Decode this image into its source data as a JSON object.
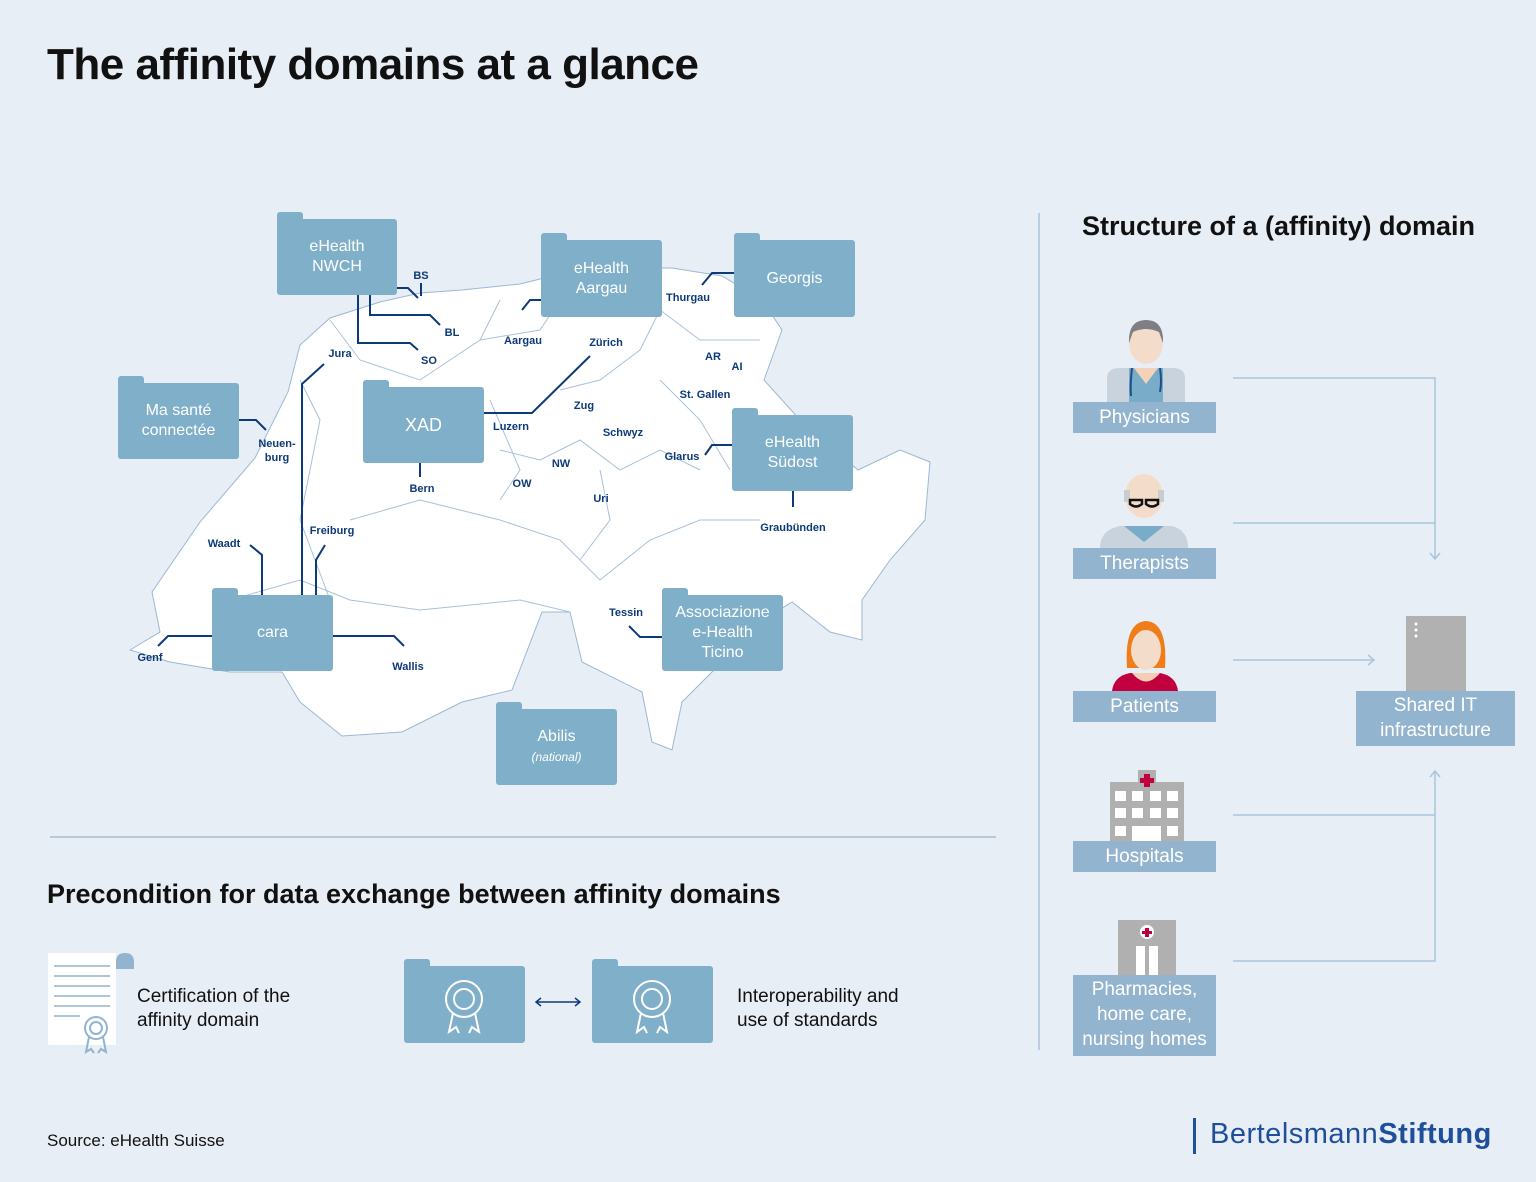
{
  "title": "The affinity domains at a glance",
  "map": {
    "folders": {
      "nwch": [
        "eHealth",
        "NWCH"
      ],
      "aargau": [
        "eHealth",
        "Aargau"
      ],
      "georgis": "Georgis",
      "masante": [
        "Ma santé",
        "connectée"
      ],
      "xad": "XAD",
      "sudost": [
        "eHealth",
        "Südost"
      ],
      "cara": "cara",
      "ticino": [
        "Associazione",
        "e-Health",
        "Ticino"
      ],
      "abilis": "Abilis",
      "abilis_sub": "(national)"
    },
    "cantons": {
      "bs": "BS",
      "bl": "BL",
      "so": "SO",
      "aargau": "Aargau",
      "zurich": "Zürich",
      "thurgau": "Thurgau",
      "ar": "AR",
      "ai": "AI",
      "stgallen": "St. Gallen",
      "jura": "Jura",
      "neuenburg1": "Neuen-",
      "neuenburg2": "burg",
      "luzern": "Luzern",
      "zug": "Zug",
      "schwyz": "Schwyz",
      "glarus": "Glarus",
      "nw": "NW",
      "ow": "OW",
      "bern": "Bern",
      "uri": "Uri",
      "graubunden": "Graubünden",
      "freiburg": "Freiburg",
      "waadt": "Waadt",
      "tessin": "Tessin",
      "genf": "Genf",
      "wallis": "Wallis"
    }
  },
  "structure": {
    "title": "Structure of a (affinity) domain",
    "roles": [
      "Physicians",
      "Therapists",
      "Patients",
      "Hospitals"
    ],
    "pharmacies": [
      "Pharmacies,",
      "home care,",
      "nursing homes"
    ],
    "shared": [
      "Shared IT",
      "infrastructure"
    ]
  },
  "precondition": {
    "title": "Precondition for data exchange between affinity domains",
    "cert": [
      "Certification of the",
      "affinity domain"
    ],
    "interop": [
      "Interoperability and",
      "use of standards"
    ]
  },
  "source": "Source: eHealth Suisse",
  "logo": {
    "part1": "Bertelsmann",
    "part2": "Stiftung"
  },
  "colors": {
    "background": "#e8eef5",
    "folder": "#7fafc9",
    "label": "#93b4cf",
    "accent": "#0d3a78",
    "logo": "#1f4f9a"
  }
}
